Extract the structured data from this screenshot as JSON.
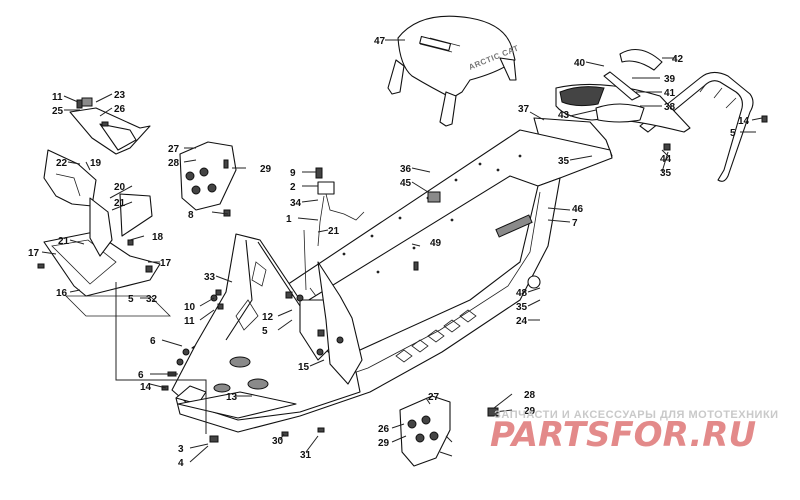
{
  "diagram": {
    "callouts": [
      "47",
      "40",
      "42",
      "39",
      "41",
      "38",
      "43",
      "37",
      "14",
      "5",
      "44",
      "35",
      "35",
      "36",
      "45",
      "46",
      "7",
      "49",
      "48",
      "35",
      "24",
      "11",
      "23",
      "25",
      "26",
      "27",
      "28",
      "29",
      "8",
      "9",
      "2",
      "34",
      "1",
      "21",
      "22",
      "19",
      "20",
      "21",
      "21",
      "18",
      "17",
      "17",
      "16",
      "5",
      "32",
      "33",
      "10",
      "11",
      "12",
      "5",
      "15",
      "6",
      "6",
      "14",
      "13",
      "3",
      "4",
      "30",
      "31",
      "28",
      "29",
      "27",
      "26",
      "29"
    ]
  },
  "watermark": {
    "tagline": "ЗАПЧАСТИ И АКСЕССУАРЫ ДЛЯ МОТОТЕХНИКИ",
    "logo": "PARTSFOR.RU"
  }
}
